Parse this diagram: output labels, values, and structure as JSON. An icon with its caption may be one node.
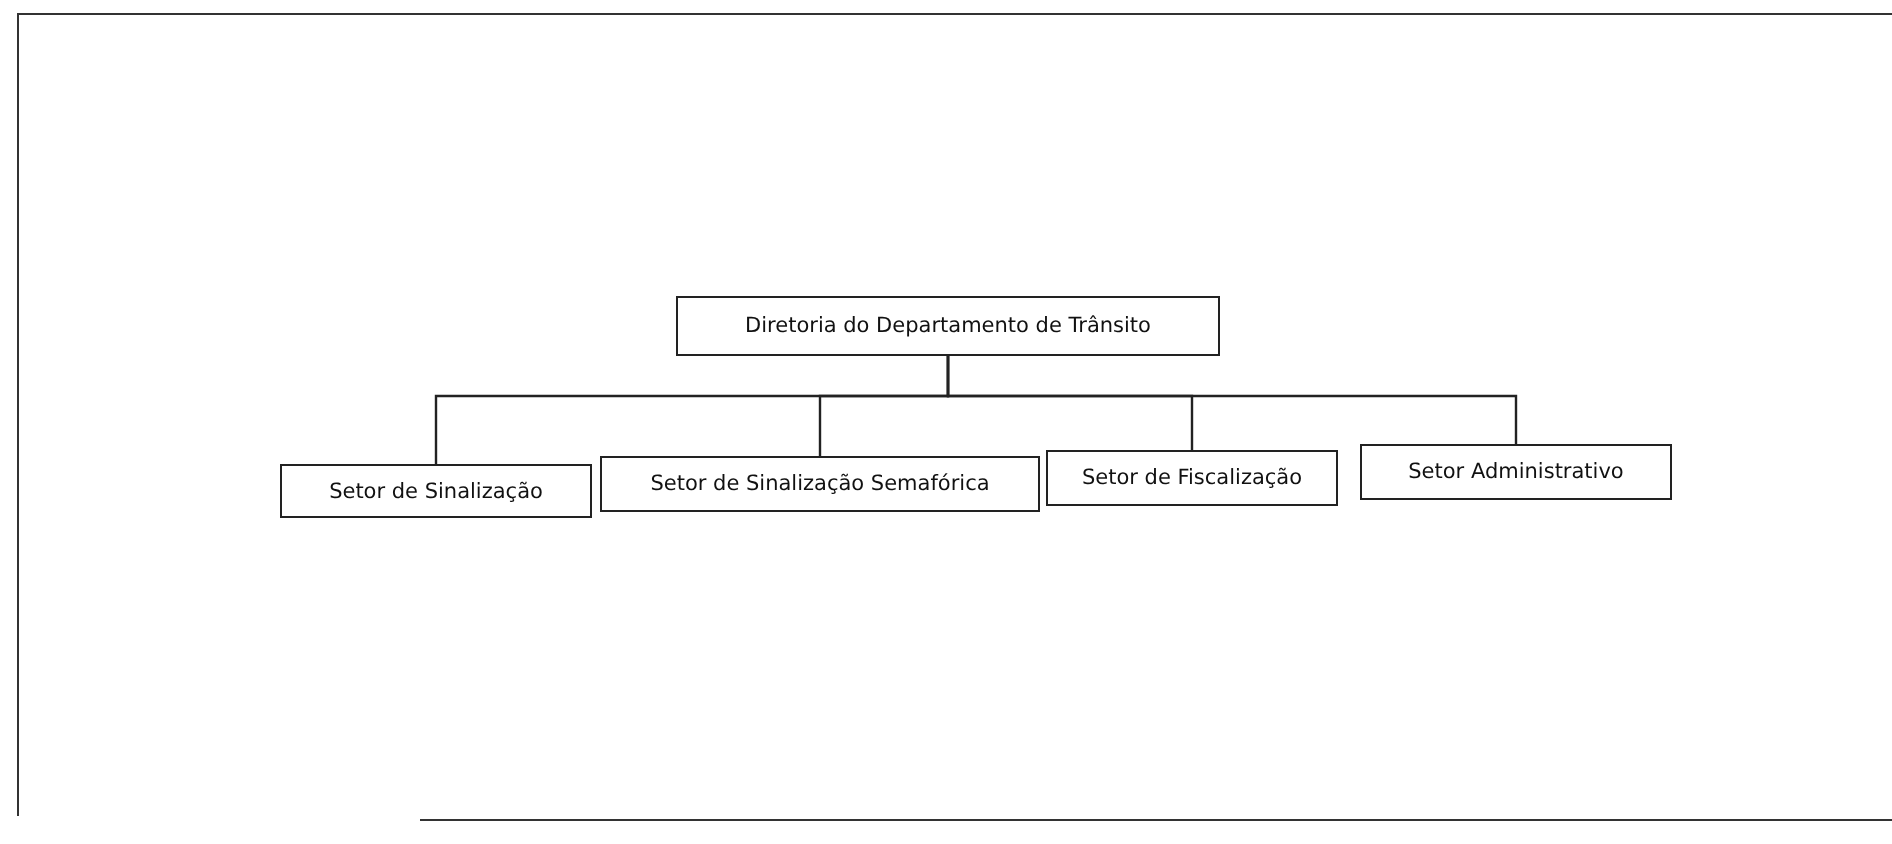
{
  "diagram": {
    "nodes": [
      {
        "text": [
          "Diretoria do Departamento de Trânsito"
        ]
      },
      {
        "text": [
          "Setor de Sinalização"
        ]
      },
      {
        "text": [
          "Setor de Sinalização Semafórica"
        ]
      },
      {
        "text": [
          "Setor de Fiscalização"
        ]
      },
      {
        "text": [
          "Setor Administrativo"
        ]
      }
    ],
    "edges": [
      {
        "from": 0,
        "to": 1,
        "arrow": "none"
      },
      {
        "from": 0,
        "to": 2,
        "arrow": "none"
      },
      {
        "from": 0,
        "to": 3,
        "arrow": "none"
      },
      {
        "from": 0,
        "to": 4,
        "arrow": "none"
      }
    ]
  }
}
